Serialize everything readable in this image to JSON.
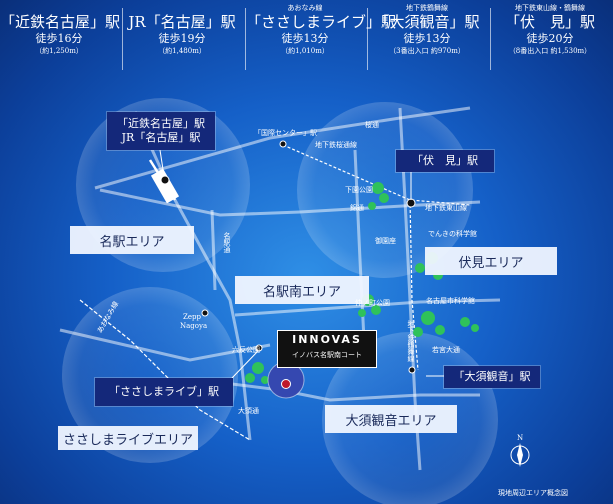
{
  "stations": [
    {
      "line": "",
      "name": "「近鉄名古屋」駅",
      "walk": "徒歩16分",
      "dist": "（約1,250m）"
    },
    {
      "line": "",
      "name": "JR「名古屋」駅",
      "walk": "徒歩19分",
      "dist": "（約1,480m）"
    },
    {
      "line": "あおなみ線",
      "name": "「ささしまライブ」駅",
      "walk": "徒歩13分",
      "dist": "（約1,010m）"
    },
    {
      "line": "地下鉄鶴舞線",
      "name": "「大須観音」駅",
      "walk": "徒歩13分",
      "dist": "（3番出入口 約970m）"
    },
    {
      "line": "地下鉄東山線・鶴舞線",
      "name": "「伏　見」駅",
      "walk": "徒歩20分",
      "dist": "（8番出入口 約1,530m）"
    }
  ],
  "callouts": {
    "kintetsu_jr": [
      "「近鉄名古屋」駅",
      "JR「名古屋」駅"
    ],
    "fushimi": "「伏　見」駅",
    "sasashima": "「ささしまライブ」駅",
    "osu": "「大須観音」駅"
  },
  "areas": {
    "meieki": "名駅エリア",
    "meieki_minami": "名駅南エリア",
    "fushimi": "伏見エリア",
    "sasashima": "ささしまライブエリア",
    "osu": "大須観音エリア"
  },
  "property": {
    "name": "INNOVAS",
    "subname": "イノバス名駅南コート"
  },
  "map_labels": {
    "kokusai": "「国際センター」駅",
    "sakura_dori": "桜通",
    "chikatetsu_sakura": "地下鉄桜通線",
    "shimomaezu_park": "下園公園",
    "nishiki_dori": "錦通",
    "chikatetsu_higashiyama": "地下鉄東山線",
    "misonoza": "御園座",
    "denki_museum": "でんきの科学館",
    "meieki_dori": "名駅通",
    "nakanocho_park": "仲ノ町公園",
    "science_museum": "名古屋市科学館",
    "zepp": "Zepp",
    "nagoya": "Nagoya",
    "aonami": "あおなみ線",
    "rokuban_park": "六反公園",
    "osu_dori": "大須通",
    "tsurumai": "地下鉄鶴舞線",
    "wakamiya": "若宮大通",
    "north": "N",
    "note": "現地周辺エリア概念図"
  },
  "colors": {
    "navy": "#14287a",
    "park": "#2fc25a",
    "highlight": "#c0182a"
  }
}
